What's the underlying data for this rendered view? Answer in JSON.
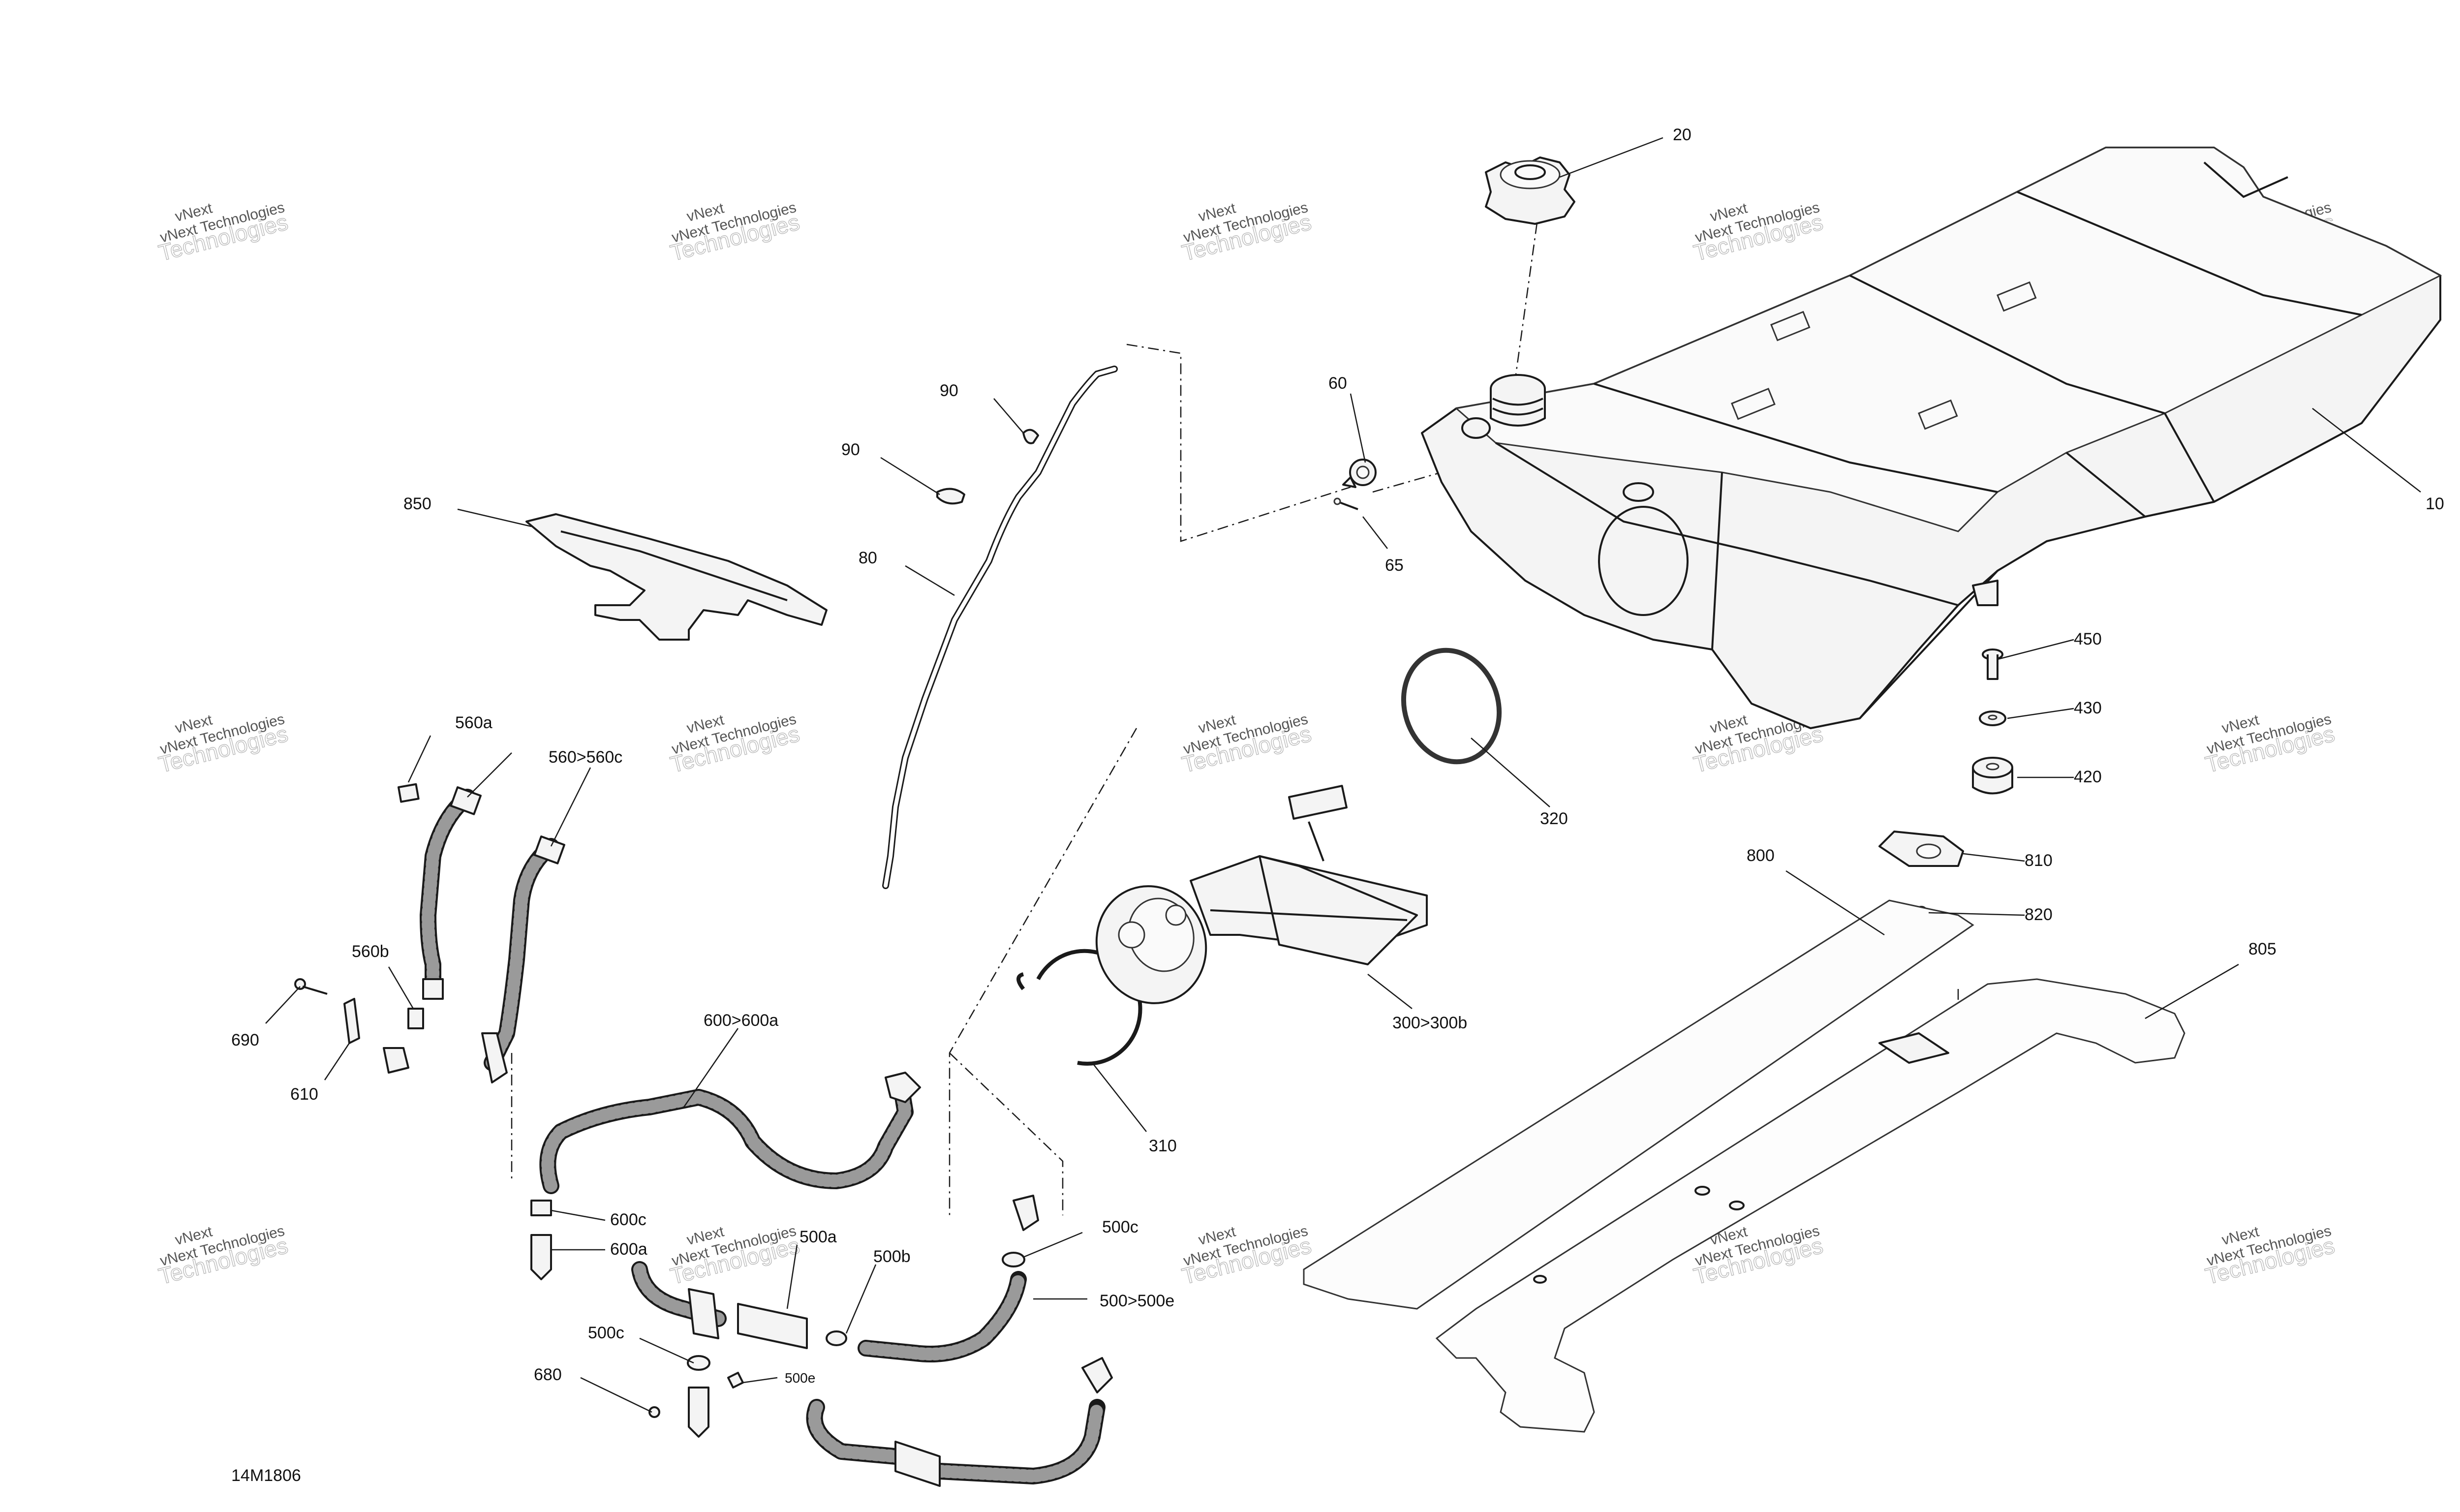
{
  "figure_ref": "14M1806",
  "watermark": {
    "brand": "vNext",
    "line1": "vNext Technologies",
    "line2": "Technologies"
  },
  "callouts": {
    "c10": "10",
    "c20": "20",
    "c60": "60",
    "c65": "65",
    "c80": "80",
    "c90a": "90",
    "c90b": "90",
    "c300": "300>300b",
    "c310": "310",
    "c320": "320",
    "c420": "420",
    "c430": "430",
    "c450": "450",
    "c500a": "500a",
    "c500b": "500b",
    "c500c_right": "500c",
    "c500c_left": "500c",
    "c500e_range": "500>500e",
    "c500e": "500e",
    "c560a": "560a",
    "c560b": "560b",
    "c560c": "560>560c",
    "c600": "600>600a",
    "c600a": "600a",
    "c600c": "600c",
    "c610": "610",
    "c680": "680",
    "c690": "690",
    "c800": "800",
    "c805": "805",
    "c810": "810",
    "c820": "820",
    "c850": "850"
  }
}
